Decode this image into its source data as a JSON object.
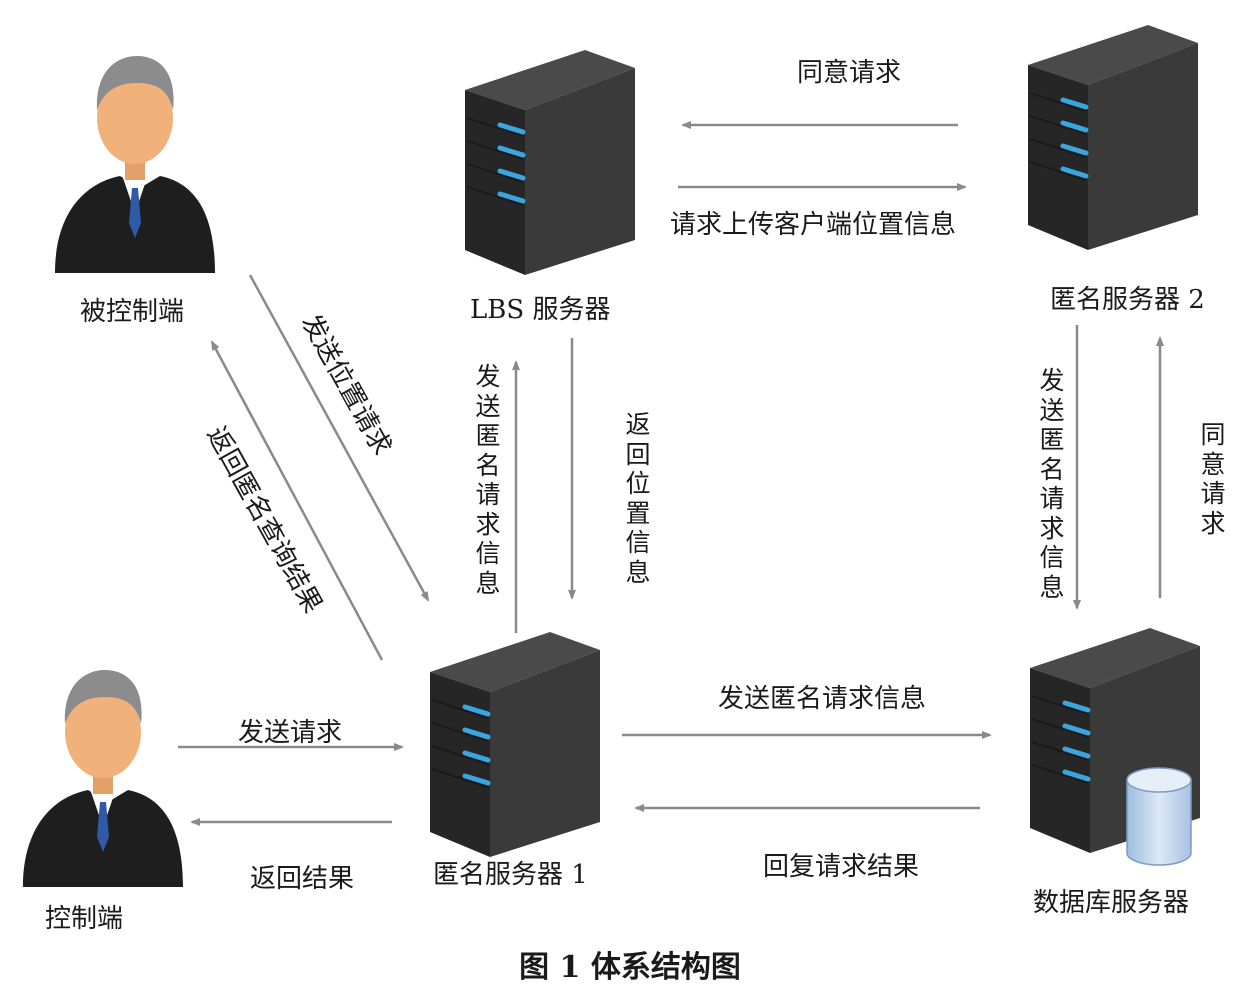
{
  "nodes": {
    "controlled": "被控制端",
    "controller": "控制端",
    "lbs": "LBS 服务器",
    "anon1": "匿名服务器 1",
    "anon2": "匿名服务器 2",
    "db": "数据库服务器"
  },
  "edges": {
    "send_location_request": "发送位置请求",
    "return_anon_query_result": "返回匿名查询结果",
    "send_request": "发送请求",
    "return_result": "返回结果",
    "send_anon_request_info_up": "发送匿名请求信息",
    "return_location_info": "返回位置信息",
    "agree_request_top": "同意请求",
    "upload_client_location": "请求上传客户端位置信息",
    "send_anon_request_info_down": "发送匿名请求信息",
    "agree_request_right": "同意请求",
    "send_anon_request_info_h": "发送匿名请求信息",
    "reply_request_result": "回复请求结果"
  },
  "caption": "图 1   体系结构图",
  "colors": {
    "arrow": "#8a8a8a",
    "server": "#2e2e2e",
    "led": "#3aa6e0",
    "suit": "#1e1e1e",
    "tie": "#2f5aa8",
    "skin": "#f0b27a",
    "hair": "#8c8c8c",
    "db": "#c8daf0"
  }
}
